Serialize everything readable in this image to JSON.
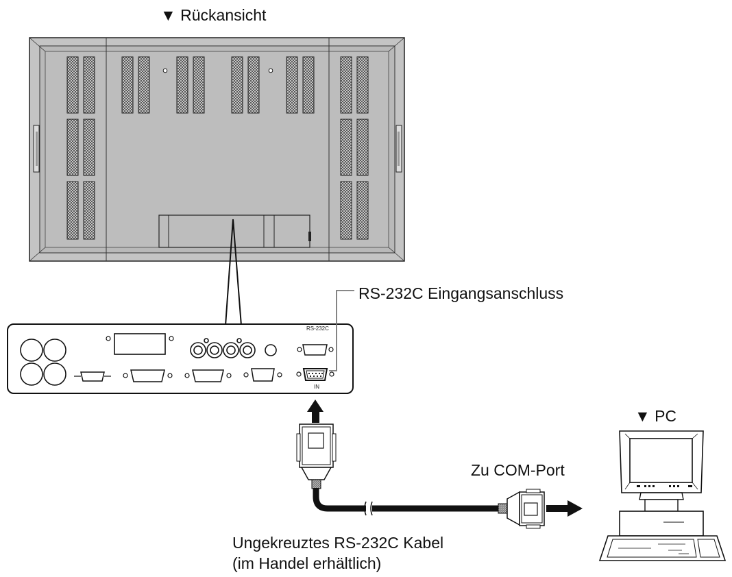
{
  "labels": {
    "rear_view": "▼ Rückansicht",
    "pc": "▼ PC",
    "rs232c_input": "RS-232C Eingangsanschluss",
    "to_com_port": "Zu COM-Port",
    "cable_line1": "Ungekreuztes RS-232C Kabel",
    "cable_line2": "(im Handel erhältlich)",
    "panel_rs232c": "RS-232C",
    "panel_in": "IN"
  }
}
